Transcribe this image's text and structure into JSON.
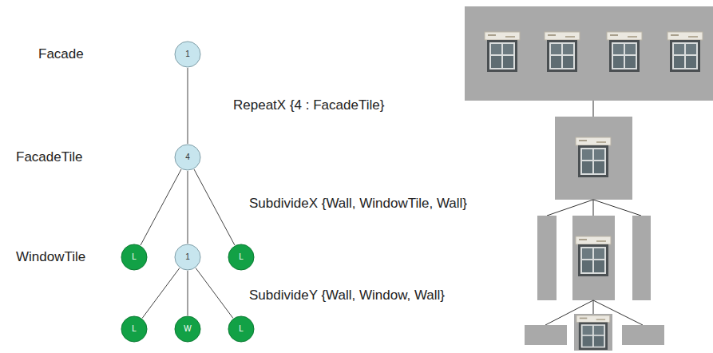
{
  "diagram": {
    "nodes": [
      {
        "text": [
          "1"
        ]
      },
      {
        "text": [
          "4"
        ]
      },
      {
        "text": [
          "L"
        ]
      },
      {
        "text": [
          "1"
        ]
      },
      {
        "text": [
          "L"
        ]
      },
      {
        "text": [
          "L"
        ]
      },
      {
        "text": [
          "W"
        ]
      },
      {
        "text": [
          "L"
        ]
      }
    ],
    "edges": [
      {
        "from": 0,
        "to": 1,
        "arrow": "none"
      },
      {
        "from": 1,
        "to": 2,
        "arrow": "none"
      },
      {
        "from": 1,
        "to": 3,
        "arrow": "none"
      },
      {
        "from": 1,
        "to": 4,
        "arrow": "none"
      },
      {
        "from": 3,
        "to": 5,
        "arrow": "none"
      },
      {
        "from": 3,
        "to": 6,
        "arrow": "none"
      },
      {
        "from": 3,
        "to": 7,
        "arrow": "none"
      }
    ],
    "labels": [
      "Facade",
      "FacadeTile",
      "WindowTile",
      "RepeatX {4 : FacadeTile}",
      "SubdivideX {Wall, WindowTile, Wall}",
      "SubdivideY {Wall, Window, Wall}"
    ]
  }
}
